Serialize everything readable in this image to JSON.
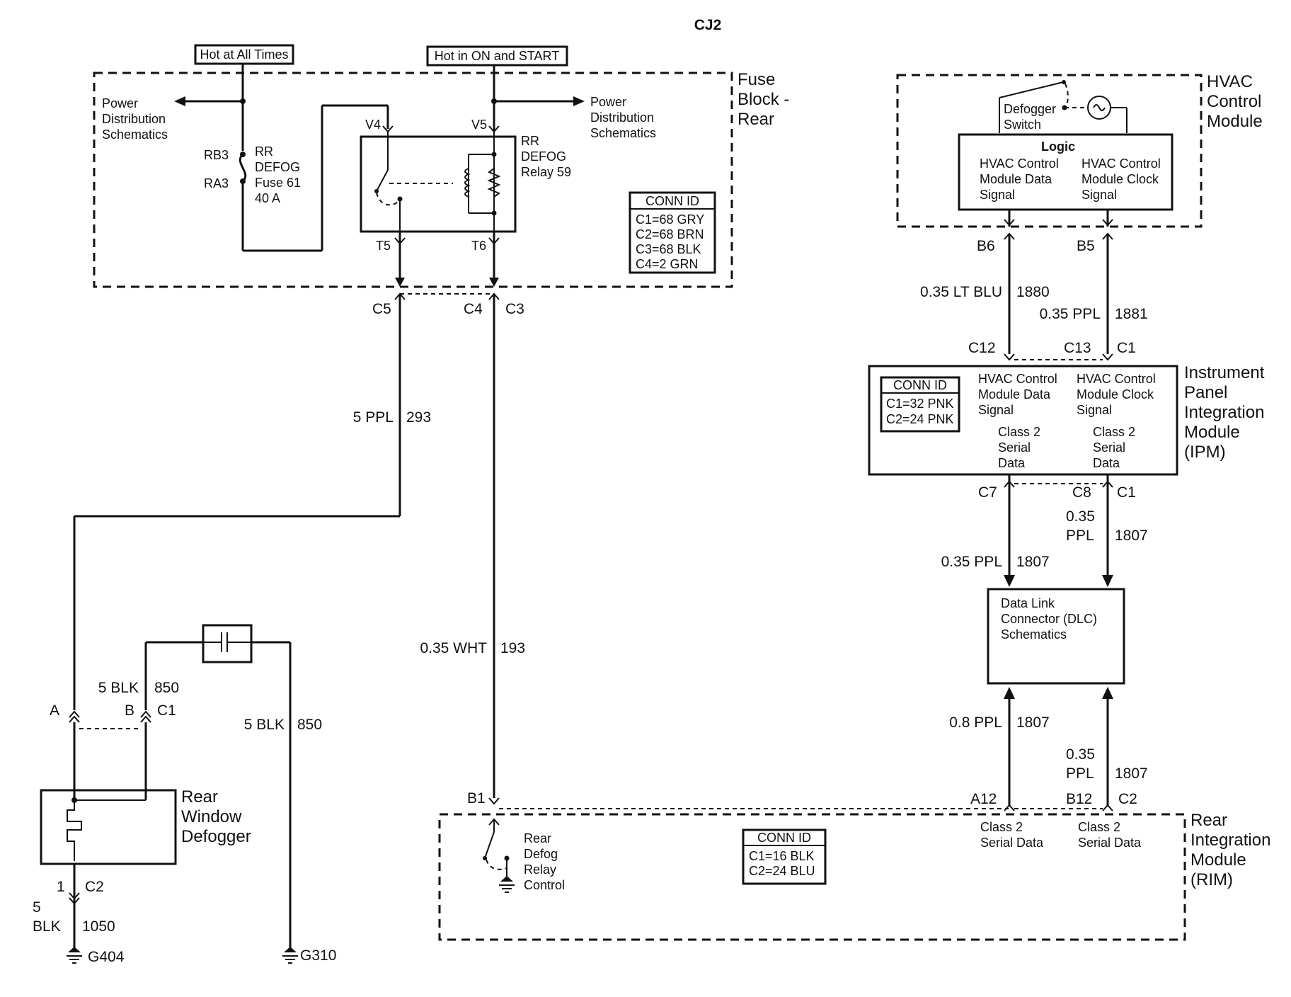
{
  "title": "CJ2",
  "fuse_block": {
    "name": [
      "Fuse",
      "Block -",
      "Rear"
    ],
    "hot_always": "Hot at All Times",
    "hot_on_start": "Hot in ON and START",
    "power_dist_left": [
      "Power",
      "Distribution",
      "Schematics"
    ],
    "power_dist_right": [
      "Power",
      "Distribution",
      "Schematics"
    ],
    "fuse_label": [
      "RR",
      "DEFOG",
      "Fuse 61",
      "40 A"
    ],
    "fuse_pin_top": "RB3",
    "fuse_pin_bottom": "RA3",
    "relay_label": [
      "RR",
      "DEFOG",
      "Relay 59"
    ],
    "relay_pins": {
      "v4": "V4",
      "v5": "V5",
      "t5": "T5",
      "t6": "T6"
    },
    "conn_id_title": "CONN ID",
    "conn_ids": [
      "C1=68 GRY",
      "C2=68 BRN",
      "C3=68 BLK",
      "C4=2 GRN"
    ]
  },
  "connectors_fuse_bottom": {
    "c5": "C5",
    "c4": "C4",
    "c3": "C3"
  },
  "wires": {
    "w293": {
      "gauge": "5 PPL",
      "circuit": "293"
    },
    "w193": {
      "gauge": "0.35 WHT",
      "circuit": "193"
    },
    "w850a": {
      "gauge": "5 BLK",
      "circuit": "850"
    },
    "w850b": {
      "gauge": "5 BLK",
      "circuit": "850"
    },
    "w1050": {
      "gauge1": "5",
      "gauge2": "BLK",
      "circuit": "1050"
    },
    "w1880": {
      "gauge": "0.35 LT BLU",
      "circuit": "1880"
    },
    "w1881": {
      "gauge": "0.35 PPL",
      "circuit": "1881"
    },
    "w1807a": {
      "gauge": "0.35 PPL",
      "circuit": "1807"
    },
    "w1807b": {
      "gauge1": "0.35",
      "gauge2": "PPL",
      "circuit": "1807"
    },
    "w1807c": {
      "gauge": "0.8 PPL",
      "circuit": "1807"
    },
    "w1807d": {
      "gauge1": "0.35",
      "gauge2": "PPL",
      "circuit": "1807"
    }
  },
  "defogger": {
    "name": [
      "Rear",
      "Window",
      "Defogger"
    ],
    "pin_a": "A",
    "pin_b": "B",
    "pin_c1": "C1",
    "pin_1": "1",
    "pin_c2": "C2",
    "ground_left": "G404",
    "ground_right": "G310"
  },
  "hvac": {
    "name": [
      "HVAC",
      "Control",
      "Module"
    ],
    "switch_label": [
      "Defogger",
      "Switch"
    ],
    "logic": "Logic",
    "data_signal": [
      "HVAC Control",
      "Module Data",
      "Signal"
    ],
    "clock_signal": [
      "HVAC Control",
      "Module Clock",
      "Signal"
    ],
    "pin_b6": "B6",
    "pin_b5": "B5"
  },
  "ipm": {
    "name": [
      "Instrument",
      "Panel",
      "Integration",
      "Module",
      "(IPM)"
    ],
    "conn_id_title": "CONN ID",
    "conn_ids": [
      "C1=32 PNK",
      "C2=24 PNK"
    ],
    "data_signal": [
      "HVAC Control",
      "Module Data",
      "Signal"
    ],
    "clock_signal": [
      "HVAC Control",
      "Module Clock",
      "Signal"
    ],
    "serial_left": [
      "Class 2",
      "Serial",
      "Data"
    ],
    "serial_right": [
      "Class 2",
      "Serial",
      "Data"
    ],
    "pin_c12": "C12",
    "pin_c13": "C13",
    "pin_c1_top": "C1",
    "pin_c7": "C7",
    "pin_c8": "C8",
    "pin_c1_bottom": "C1"
  },
  "dlc": {
    "label": [
      "Data Link",
      "Connector (DLC)",
      "Schematics"
    ]
  },
  "rim": {
    "name": [
      "Rear",
      "Integration",
      "Module",
      "(RIM)"
    ],
    "relay_control": [
      "Rear",
      "Defog",
      "Relay",
      "Control"
    ],
    "conn_id_title": "CONN ID",
    "conn_ids": [
      "C1=16 BLK",
      "C2=24 BLU"
    ],
    "serial_left": [
      "Class 2",
      "Serial Data"
    ],
    "serial_right": [
      "Class 2",
      "Serial Data"
    ],
    "pin_b1": "B1",
    "pin_a12": "A12",
    "pin_b12": "B12",
    "pin_c2": "C2"
  }
}
